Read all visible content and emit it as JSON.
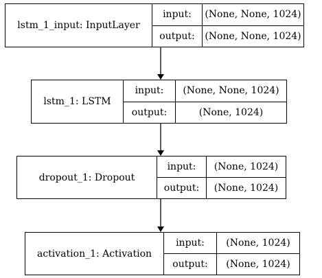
{
  "layers": [
    {
      "name": "lstm_1_input: InputLayer",
      "input_label": "input:",
      "input_value": "(None, None, 1024)",
      "output_label": "output:",
      "output_value": "(None, None, 1024)"
    },
    {
      "name": "lstm_1: LSTM",
      "input_label": "input:",
      "input_value": "(None, None, 1024)",
      "output_label": "output:",
      "output_value": "(None, 1024)"
    },
    {
      "name": "dropout_1: Dropout",
      "input_label": "input:",
      "input_value": "(None, 1024)",
      "output_label": "output:",
      "output_value": "(None, 1024)"
    },
    {
      "name": "activation_1: Activation",
      "input_label": "input:",
      "input_value": "(None, 1024)",
      "output_label": "output:",
      "output_value": "(None, 1024)"
    }
  ]
}
